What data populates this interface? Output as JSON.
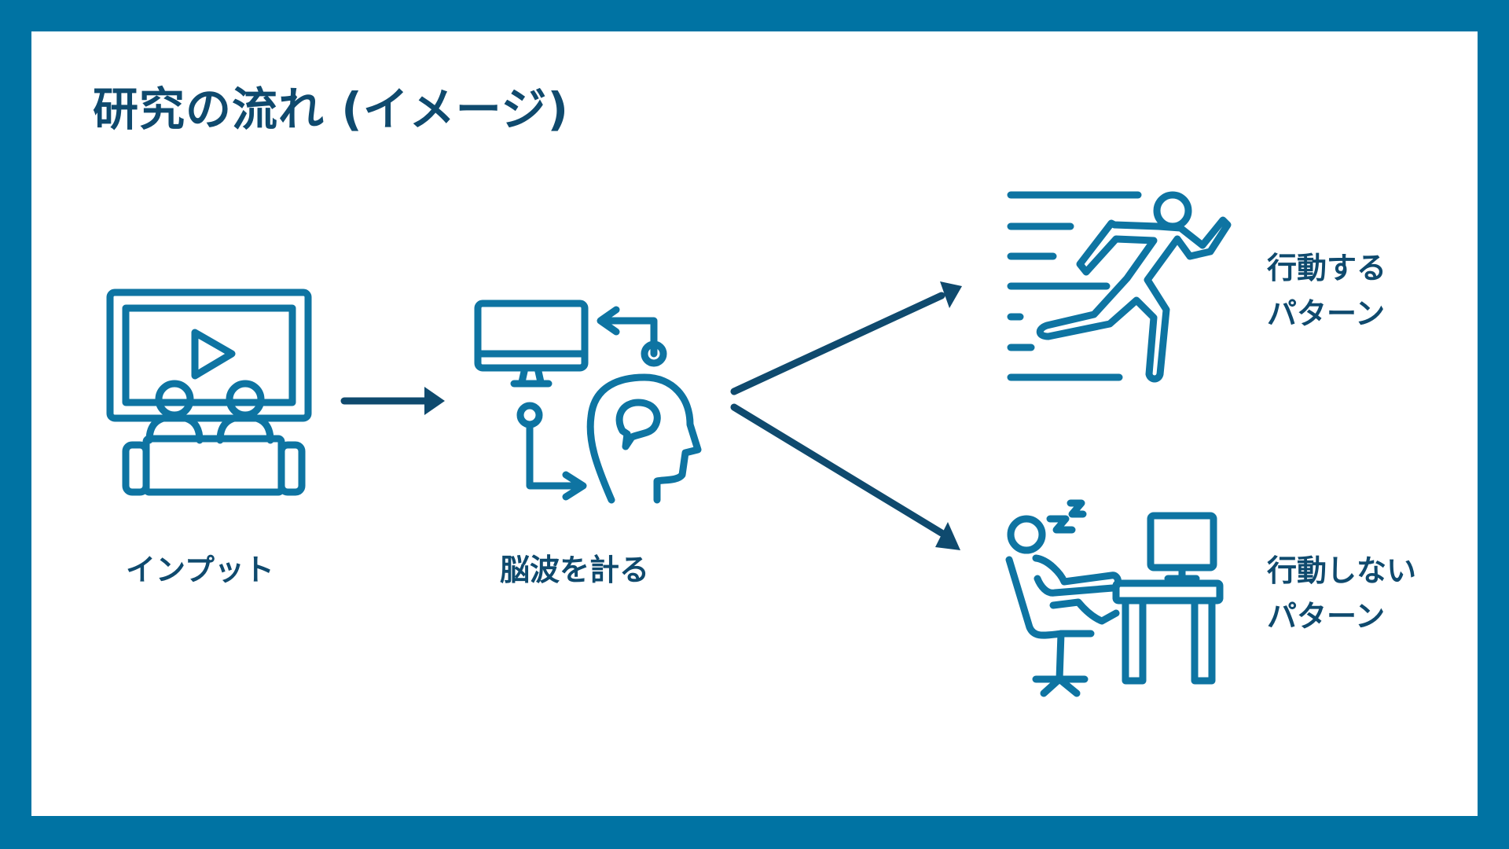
{
  "title": "研究の流れ (イメージ)",
  "steps": {
    "input": {
      "label": "インプット"
    },
    "measure": {
      "label": "脳波を計る"
    },
    "act": {
      "line1": "行動する",
      "line2": "パターン"
    },
    "noact": {
      "line1": "行動しない",
      "line2": "パターン"
    }
  },
  "colors": {
    "frame": "#0073a3",
    "icon": "#0e74a2",
    "text": "#0f4a6e",
    "background": "#ffffff"
  },
  "icons": [
    "tv-audience-icon",
    "eeg-head-computer-icon",
    "running-person-icon",
    "sleeping-at-desk-icon"
  ]
}
